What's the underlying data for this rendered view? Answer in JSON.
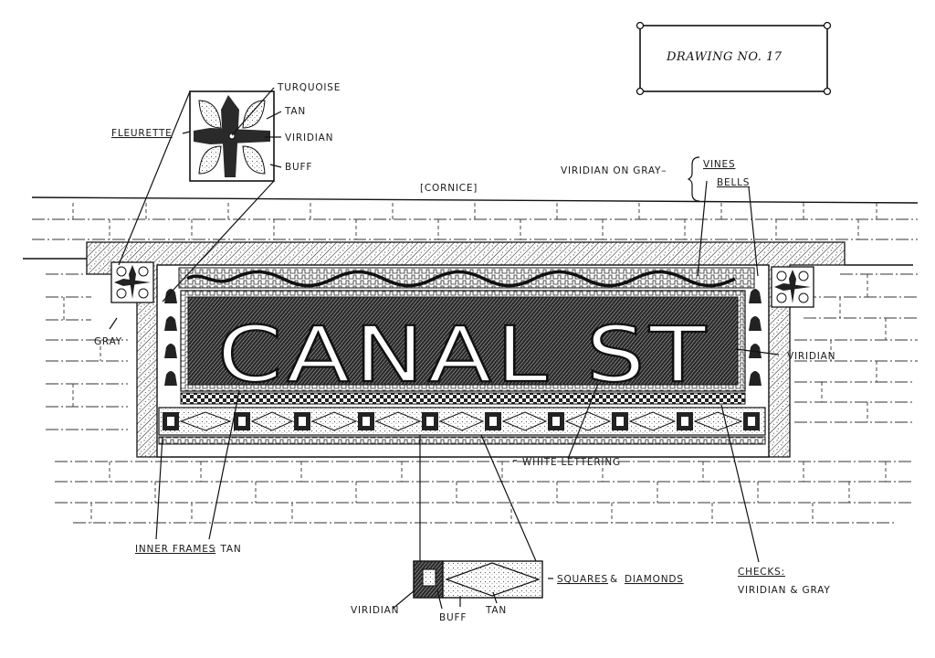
{
  "title_box": {
    "label": "DRAWING NO. 17"
  },
  "sign": {
    "text": "CANAL ST"
  },
  "labels": {
    "cornice": "[CORNICE]",
    "viridian_on_gray": "VIRIDIAN ON GRAY–",
    "vines": "VINES",
    "bells": "BELLS",
    "fleurette": "FLEURETTE",
    "turquoise": "TURQUOISE",
    "tan_top": "TAN",
    "viridian_top": "VIRIDIAN",
    "buff_top": "BUFF",
    "gray": "GRAY",
    "viridian_right": "VIRIDIAN",
    "white_lettering": "WHITE LETTERING",
    "inner_frames": "INNER FRAMES",
    "inner_frames_color": ": TAN",
    "squares_diamonds_a": "SQUARES",
    "squares_diamonds_amp": "&",
    "squares_diamonds_b": "DIAMONDS",
    "viridian_bottom": "VIRIDIAN",
    "buff_bottom": "BUFF",
    "tan_bottom": "TAN",
    "checks": "CHECKS:",
    "checks_colors": "VIRIDIAN & GRAY"
  },
  "colors": {
    "ink": "#111111",
    "paper": "#ffffff"
  }
}
